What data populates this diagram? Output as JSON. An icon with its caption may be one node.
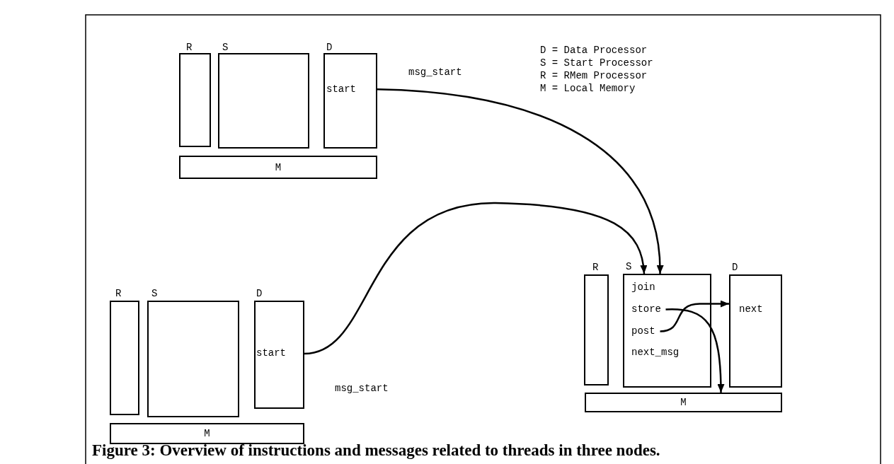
{
  "diagram": {
    "caption": "Figure 3: Overview of instructions and messages related to threads in three nodes.",
    "nodes": [
      {
        "text": [
          "R"
        ]
      },
      {
        "text": [
          "S"
        ]
      },
      {
        "text": [
          "D",
          "start"
        ]
      },
      {
        "text": [
          "M"
        ]
      },
      {
        "text": [
          "R"
        ]
      },
      {
        "text": [
          "S",
          "join",
          "next_msg"
        ]
      },
      {
        "text": [
          "store"
        ],
        "in": 5
      },
      {
        "text": [
          "post"
        ],
        "in": 5
      },
      {
        "text": [
          "D",
          "next"
        ]
      },
      {
        "text": [
          "M"
        ]
      },
      {
        "text": [
          "R"
        ]
      },
      {
        "text": [
          "S"
        ]
      },
      {
        "text": [
          "D",
          "start"
        ]
      },
      {
        "text": [
          "M"
        ]
      }
    ],
    "edges": [
      {
        "from": 2,
        "to": 5,
        "arrow": "to",
        "label": "msg_start"
      },
      {
        "from": 12,
        "to": 5,
        "arrow": "to",
        "label": "msg_start"
      },
      {
        "from": 7,
        "to": 8,
        "arrow": "to"
      },
      {
        "from": 6,
        "to": 9,
        "arrow": "to"
      }
    ],
    "labels": [
      "D = Data Processor",
      "S = Start Processor",
      "R = RMem Processor",
      "M = Local Memory"
    ]
  }
}
